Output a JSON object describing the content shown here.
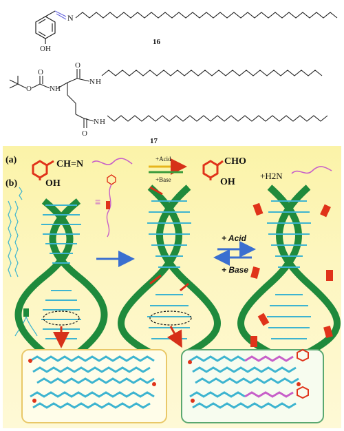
{
  "compounds": [
    {
      "number": "16",
      "labels": {
        "n": "N",
        "oh": "OH"
      }
    },
    {
      "number": "17",
      "labels": {
        "nh_top": "NH",
        "o_ester": "O",
        "o_carbonyl_top": "O",
        "o_carbonyl_amide1": "O",
        "nh_amide1": "N",
        "h_amide1": "H",
        "o_carbonyl_amide2": "O",
        "nh_amide2": "N",
        "h_amide2": "H"
      }
    }
  ],
  "scheme": {
    "panel_a_label": "(a)",
    "panel_b_label": "(b)",
    "imine_group": "CH=N",
    "hydroxyl_left": "OH",
    "aldehyde_group": "CHO",
    "hydroxyl_right": "OH",
    "amine_group": "+H2N",
    "arrow_forward_label": "+Acid",
    "arrow_backward_label": "+Base",
    "equiv_symbol": "≡",
    "main_arrow_forward_label": "+ Acid",
    "main_arrow_backward_label": "+ Base"
  },
  "colors": {
    "panel_background": "#fcf5b6",
    "helix_green": "#1f8a3c",
    "helix_cyan": "#3db4d0",
    "aromatic_red": "#e0331a",
    "alkyl_pink": "#c75fc9",
    "arrow_blue": "#3a6fd0",
    "box_left_border": "#e9c868",
    "box_right_border": "#5aa870"
  }
}
